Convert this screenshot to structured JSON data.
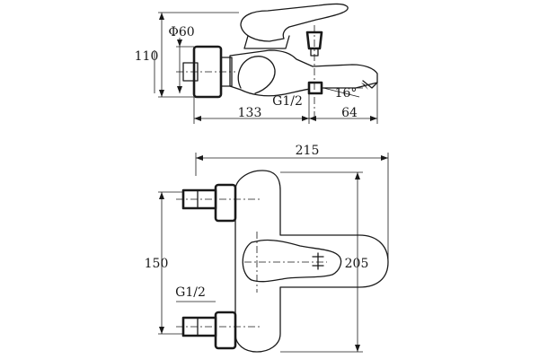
{
  "dimensions": {
    "top_view": {
      "diameter": "Φ60",
      "height": "110",
      "thread": "G1/2",
      "angle": "16°",
      "length_left": "133",
      "length_right": "64"
    },
    "front_view": {
      "overall_width": "215",
      "center_distance": "150",
      "depth": "205",
      "thread": "G1/2"
    }
  },
  "colors": {
    "line": "#1a1a1a",
    "background": "#ffffff"
  }
}
